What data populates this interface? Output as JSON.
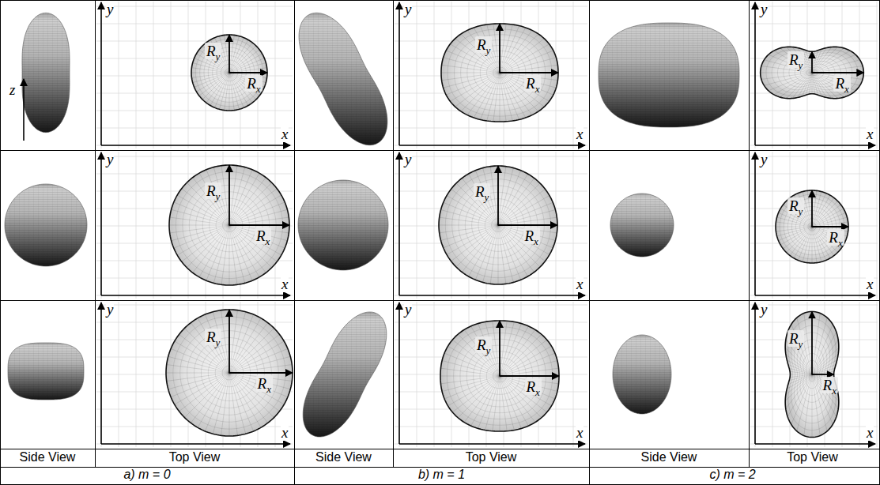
{
  "diagram": {
    "labels": [
      "z",
      "y",
      "Ry",
      "Rx",
      "x",
      "y",
      "Ry",
      "Rx",
      "x",
      "y",
      "Ry",
      "Rx",
      "x",
      "y",
      "Ry",
      "Rx",
      "x",
      "y",
      "Ry",
      "Rx",
      "x",
      "y",
      "Ry",
      "Rx",
      "x",
      "y",
      "Ry",
      "Rx",
      "x",
      "y",
      "Ry",
      "Rx",
      "x",
      "y",
      "Ry",
      "Rx",
      "x",
      "Side View",
      "Top View",
      "Side View",
      "Top View",
      "Side View",
      "Top View",
      "a) m = 0",
      "b) m = 1",
      "c) m = 2"
    ]
  }
}
